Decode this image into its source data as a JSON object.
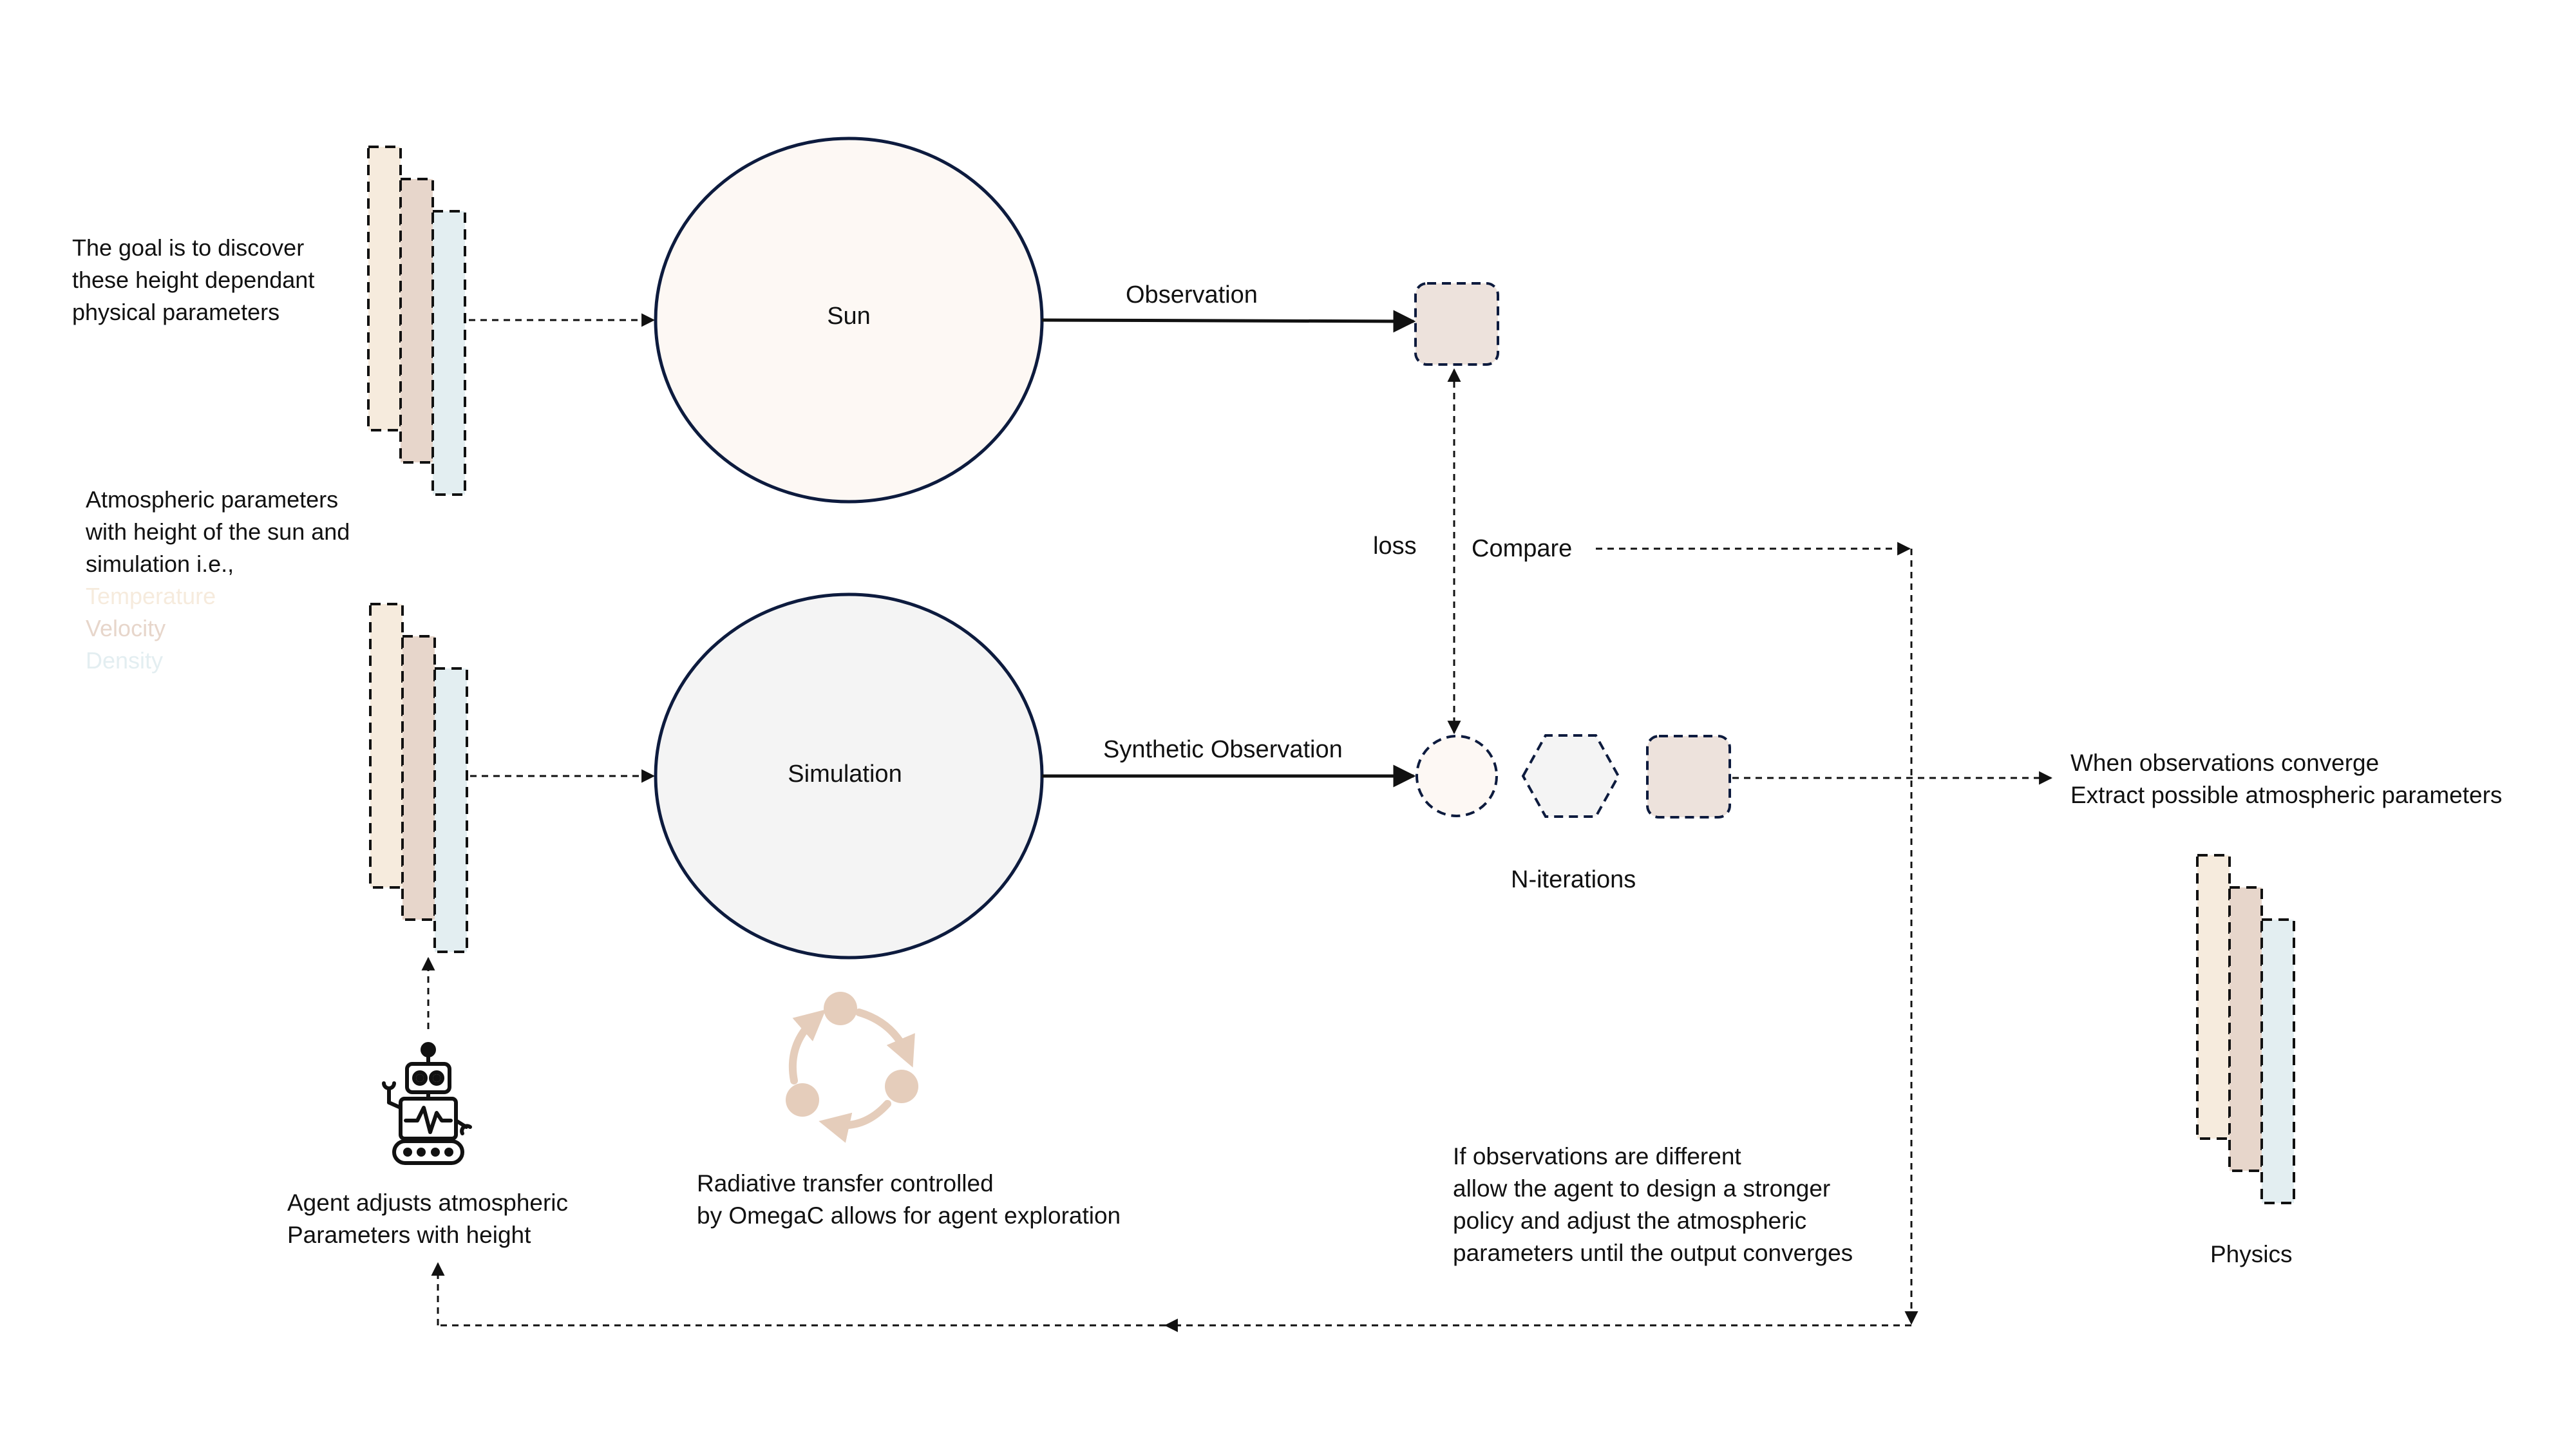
{
  "texts": {
    "goal_line1": "The goal is to discover",
    "goal_line2": "these height dependant",
    "goal_line3": "physical parameters",
    "atmos_line1": "Atmospheric parameters",
    "atmos_line2": "with height  of the sun and",
    "atmos_line3": "simulation i.e.,",
    "param_temperature": "Temperature",
    "param_velocity": "Velocity",
    "param_density": "Density",
    "sun_label": "Sun",
    "simulation_label": "Simulation",
    "observation_label": "Observation",
    "synthetic_label": "Synthetic Observation",
    "loss_label": "loss",
    "compare_label": "Compare",
    "n_iterations_label": "N-iterations",
    "converge_line1": "When observations converge",
    "converge_line2": "Extract possible atmospheric parameters",
    "physics_label": "Physics",
    "agent_line1": "Agent adjusts atmospheric",
    "agent_line2": "Parameters with height",
    "rt_line1": "Radiative transfer controlled",
    "rt_line2": "by OmegaC allows for agent exploration",
    "diff_line1": "If observations are different",
    "diff_line2": "allow the agent to design a stronger",
    "diff_line3": "policy and adjust the atmospheric",
    "diff_line4": "parameters until the output converges"
  },
  "icons": {
    "robot": "robot-icon",
    "cycle": "cycle-icon"
  },
  "colors": {
    "temperature": "#f6ebdd",
    "velocity": "#e7d6cb",
    "density": "#e3eef1",
    "sun_fill": "#fdf8f4",
    "simulation_fill": "#f4f4f4",
    "stroke": "#0d1b3e",
    "node_fill": "#ede2dc",
    "cycle_icon": "#e5cdbb"
  }
}
